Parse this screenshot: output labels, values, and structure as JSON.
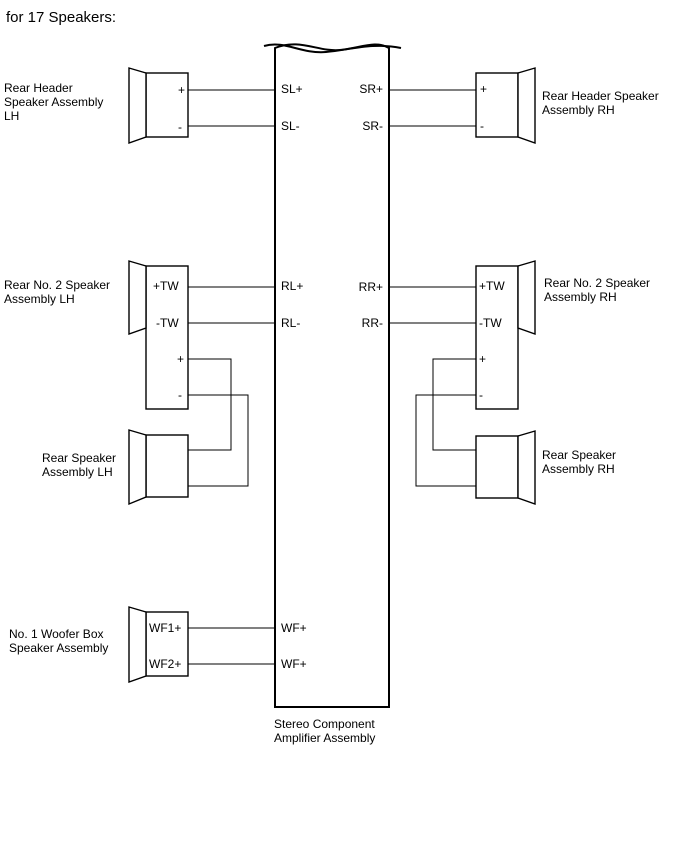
{
  "title": "for 17 Speakers:",
  "amplifier": {
    "label_line1": "Stereo Component",
    "label_line2": "Amplifier Assembly",
    "pins": {
      "sl_plus": "SL+",
      "sl_minus": "SL-",
      "sr_plus": "SR+",
      "sr_minus": "SR-",
      "rl_plus": "RL+",
      "rl_minus": "RL-",
      "rr_plus": "RR+",
      "rr_minus": "RR-",
      "wf_1": "WF+",
      "wf_2": "WF+"
    }
  },
  "speakers": {
    "rear_header_lh": {
      "line1": "Rear Header",
      "line2": "Speaker Assembly",
      "line3": "LH",
      "term_plus": "+",
      "term_minus": "-"
    },
    "rear_header_rh": {
      "line1": "Rear Header Speaker",
      "line2": "Assembly RH",
      "term_plus": "+",
      "term_minus": "-"
    },
    "rear_no2_lh": {
      "line1": "Rear No. 2 Speaker",
      "line2": "Assembly LH",
      "term_tw_plus": "+TW",
      "term_tw_minus": "-TW",
      "term_plus": "+",
      "term_minus": "-"
    },
    "rear_no2_rh": {
      "line1": "Rear No. 2 Speaker",
      "line2": "Assembly RH",
      "term_tw_plus": "+TW",
      "term_tw_minus": "-TW",
      "term_plus": "+",
      "term_minus": "-"
    },
    "rear_lh": {
      "line1": "Rear Speaker",
      "line2": "Assembly LH"
    },
    "rear_rh": {
      "line1": "Rear Speaker",
      "line2": "Assembly RH"
    },
    "woofer": {
      "line1": "No. 1 Woofer Box",
      "line2": "Speaker Assembly",
      "term_wf1": "WF1+",
      "term_wf2": "WF2+"
    }
  }
}
